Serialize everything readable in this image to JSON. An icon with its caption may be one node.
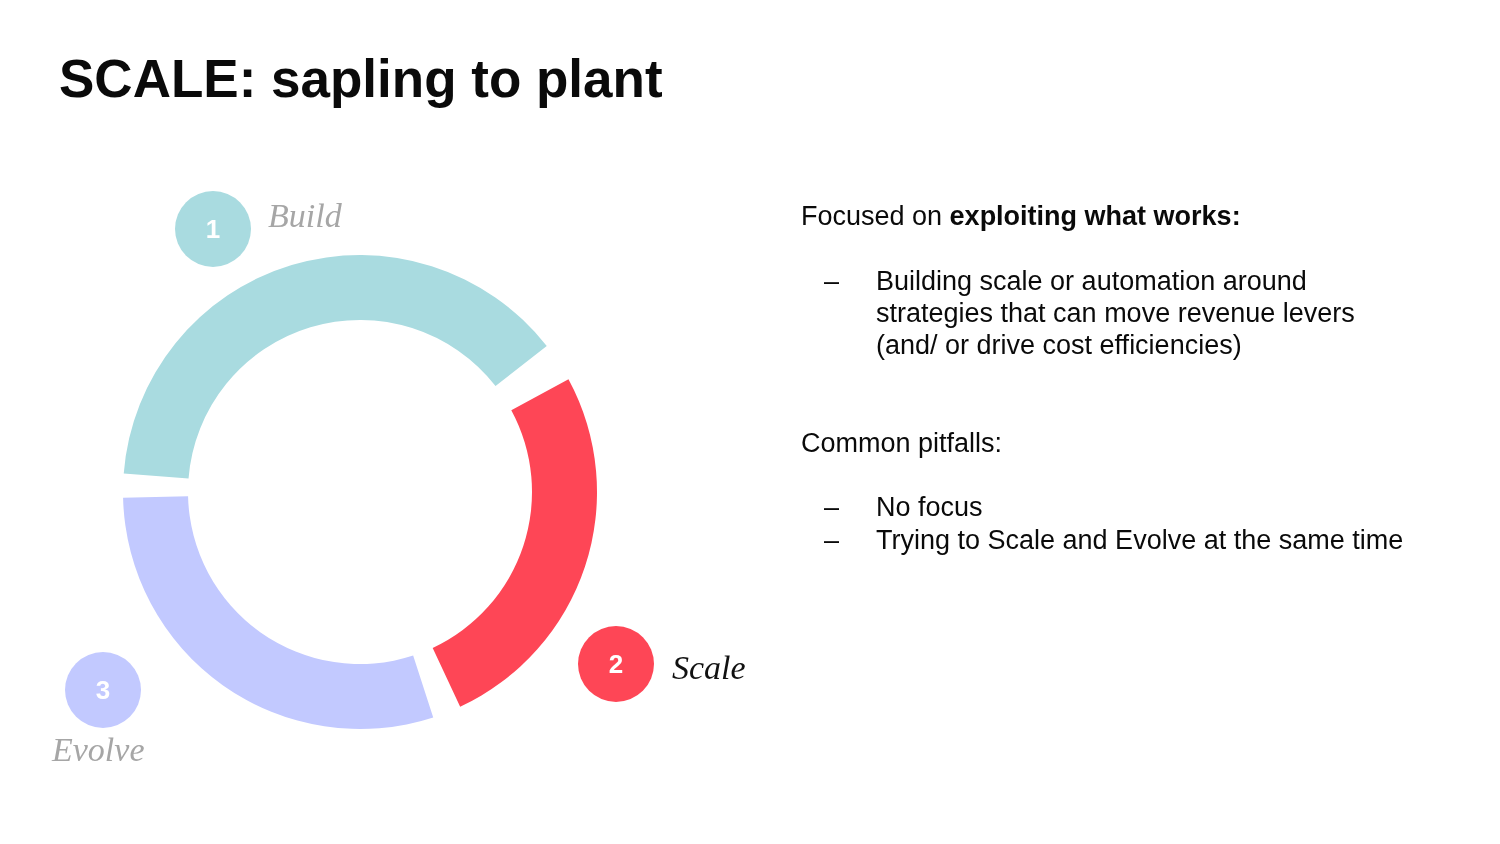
{
  "diagram": {
    "title": "SCALE: sapling to plant",
    "nodes": [
      {
        "text": [
          "1"
        ],
        "beside": [
          "Build"
        ]
      },
      {
        "text": [
          "2"
        ],
        "beside": [
          "Scale"
        ]
      },
      {
        "text": [
          "3"
        ],
        "beside": [
          "Evolve"
        ]
      }
    ],
    "labels": [
      "Focused on **exploiting what works:**",
      "–",
      "Building scale or automation around strategies that can move revenue levers (and/ or drive cost efficiencies)",
      "Common pitfalls:",
      "–",
      "No focus",
      "–",
      "Trying to Scale and Evolve at the same time"
    ]
  }
}
